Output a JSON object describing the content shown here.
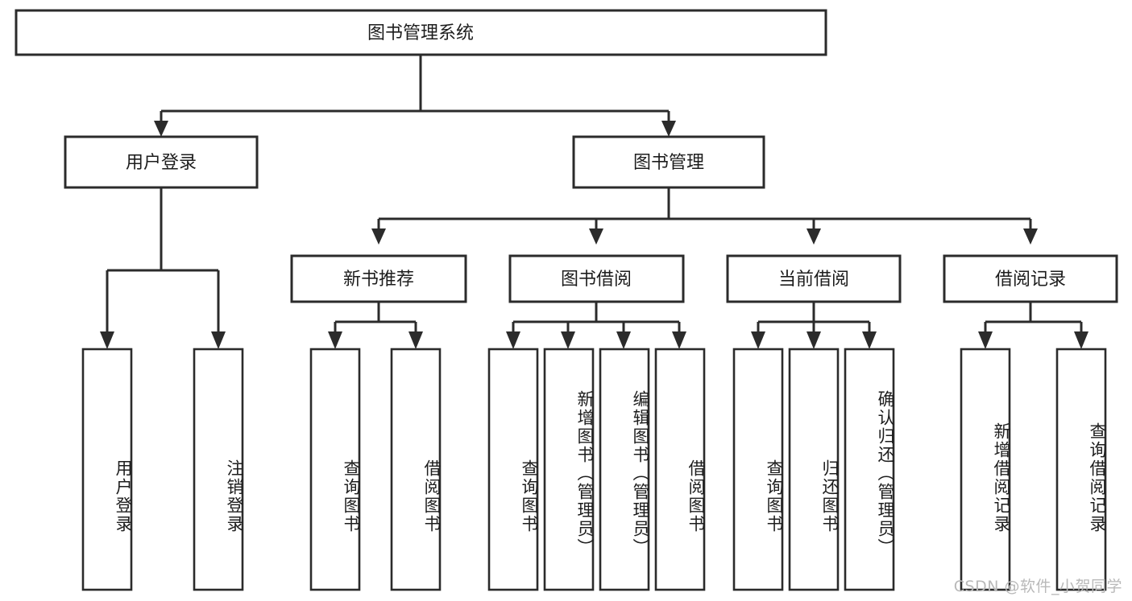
{
  "diagram": {
    "type": "tree-hierarchy",
    "title": "图书管理系统",
    "orientation": "top-down",
    "colors": {
      "box_stroke": "#2b2b2b",
      "box_fill": "#ffffff",
      "edge": "#2b2b2b",
      "text": "#1d1d1d",
      "background": "#ffffff",
      "watermark": "#b9b9b9"
    },
    "root": {
      "label": "图书管理系统"
    },
    "level2": [
      {
        "label": "用户登录"
      },
      {
        "label": "图书管理"
      }
    ],
    "level3": [
      {
        "label": "新书推荐"
      },
      {
        "label": "图书借阅"
      },
      {
        "label": "当前借阅"
      },
      {
        "label": "借阅记录"
      }
    ],
    "leaves": {
      "user_login": [
        {
          "label": "用户登录"
        },
        {
          "label": "注销登录"
        }
      ],
      "new_book_recommend": [
        {
          "label": "查询图书"
        },
        {
          "label": "借阅图书"
        }
      ],
      "book_borrow": [
        {
          "label": "查询图书"
        },
        {
          "label": "新增图书（管理员）"
        },
        {
          "label": "编辑图书（管理员）"
        },
        {
          "label": "借阅图书"
        }
      ],
      "current_borrow": [
        {
          "label": "查询图书"
        },
        {
          "label": "归还图书"
        },
        {
          "label": "确认归还（管理员）"
        }
      ],
      "borrow_records": [
        {
          "label": "新增借阅记录"
        },
        {
          "label": "查询借阅记录"
        }
      ]
    }
  },
  "watermark": {
    "text": "CSDN @软件_小贺同学"
  }
}
